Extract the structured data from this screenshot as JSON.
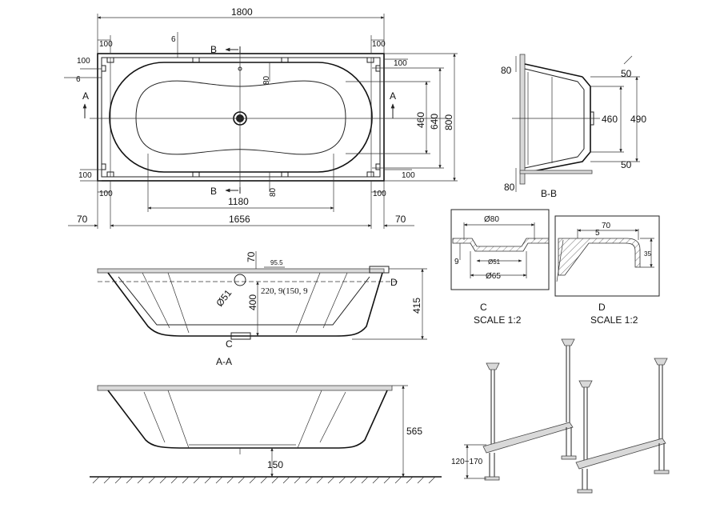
{
  "plan": {
    "overall_length": "1800",
    "offset_6_top": "6",
    "offset_6_left": "6",
    "dim_100_tl": "100",
    "dim_100_tr": "100",
    "dim_100_bl": "100",
    "dim_100_br": "100",
    "dim_100_rt": "100",
    "dim_100_rb": "100",
    "dim_100_lb": "100",
    "dim_100_lt": "100",
    "section_b_top": "B",
    "section_b_bottom": "B",
    "section_a_left": "A",
    "section_a_right": "A",
    "dim_80_top": "80",
    "dim_80_bottom": "80",
    "inner_length": "1180",
    "frame_length": "1656",
    "margin_left": "70",
    "margin_right": "70",
    "height_460": "460",
    "height_640": "640",
    "height_800": "800"
  },
  "section_bb": {
    "title": "B-B",
    "dim_80_top": "80",
    "dim_80_bottom": "80",
    "dim_50_top": "50",
    "dim_50_bottom": "50",
    "depth_460": "460",
    "depth_490": "490"
  },
  "detail_c": {
    "diameter_80": "Ø80",
    "diameter_51": "Ø51",
    "diameter_65": "Ø65",
    "dim_9": "9",
    "title": "C",
    "scale": "SCALE 1:2"
  },
  "detail_d": {
    "dim_70": "70",
    "dim_5": "5",
    "dim_35": "35",
    "title": "D",
    "scale": "SCALE 1:2"
  },
  "section_aa": {
    "title": "A-A",
    "dim_70": "70",
    "dim_95": "95.5",
    "drain_dia": "Ø51",
    "note": "220, 9(150, 9",
    "depth_400": "400",
    "depth_415": "415",
    "marker_c": "C",
    "marker_d": "D"
  },
  "elevation": {
    "height_565": "565",
    "leg_150": "150"
  },
  "legs": {
    "adjust": "120~170"
  }
}
